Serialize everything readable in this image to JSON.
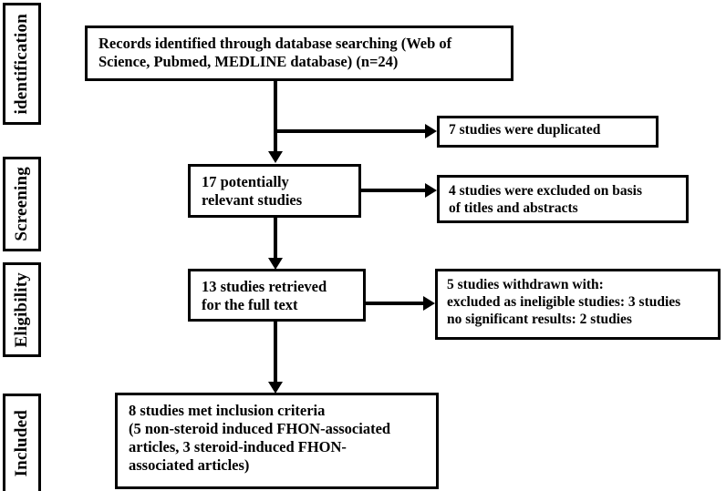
{
  "diagram": {
    "type": "prisma-flow-diagram",
    "title": "",
    "stages": [
      {
        "id": "identification",
        "label": "identification"
      },
      {
        "id": "screening",
        "label": "Screening"
      },
      {
        "id": "eligibility",
        "label": "Eligibility"
      },
      {
        "id": "included",
        "label": "Included"
      }
    ],
    "main_nodes": [
      {
        "id": "records-identified",
        "stage": "identification",
        "text": "Records identified  through database searching (Web of\nScience,  Pubmed, MEDLINE database) (n=24)",
        "n": 24
      },
      {
        "id": "potentially-relevant",
        "stage": "screening",
        "text": "17 potentially\nrelevant studies",
        "n": 17
      },
      {
        "id": "full-text-retrieved",
        "stage": "eligibility",
        "text": "13 studies retrieved\nfor the full text",
        "n": 13
      },
      {
        "id": "met-inclusion-criteria",
        "stage": "included",
        "text": "8 studies met inclusion  criteria\n(5 non-steroid induced FHON-associated\narticles, 3 steroid-induced  FHON-\nassociated articles)",
        "n": 8
      }
    ],
    "side_nodes": [
      {
        "id": "duplicated",
        "text": "7 studies were duplicated",
        "n": 7
      },
      {
        "id": "excluded-titles-abstracts",
        "text": "4 studies were excluded on basis\nof titles and abstracts",
        "n": 4
      },
      {
        "id": "withdrawn",
        "text": "5 studies withdrawn with:\nexcluded as ineligible studies: 3 studies\nno significant results: 2 studies",
        "n": 5
      }
    ],
    "colors": {
      "stroke": "#000000",
      "fill": "#ffffff",
      "text": "#000000"
    }
  }
}
